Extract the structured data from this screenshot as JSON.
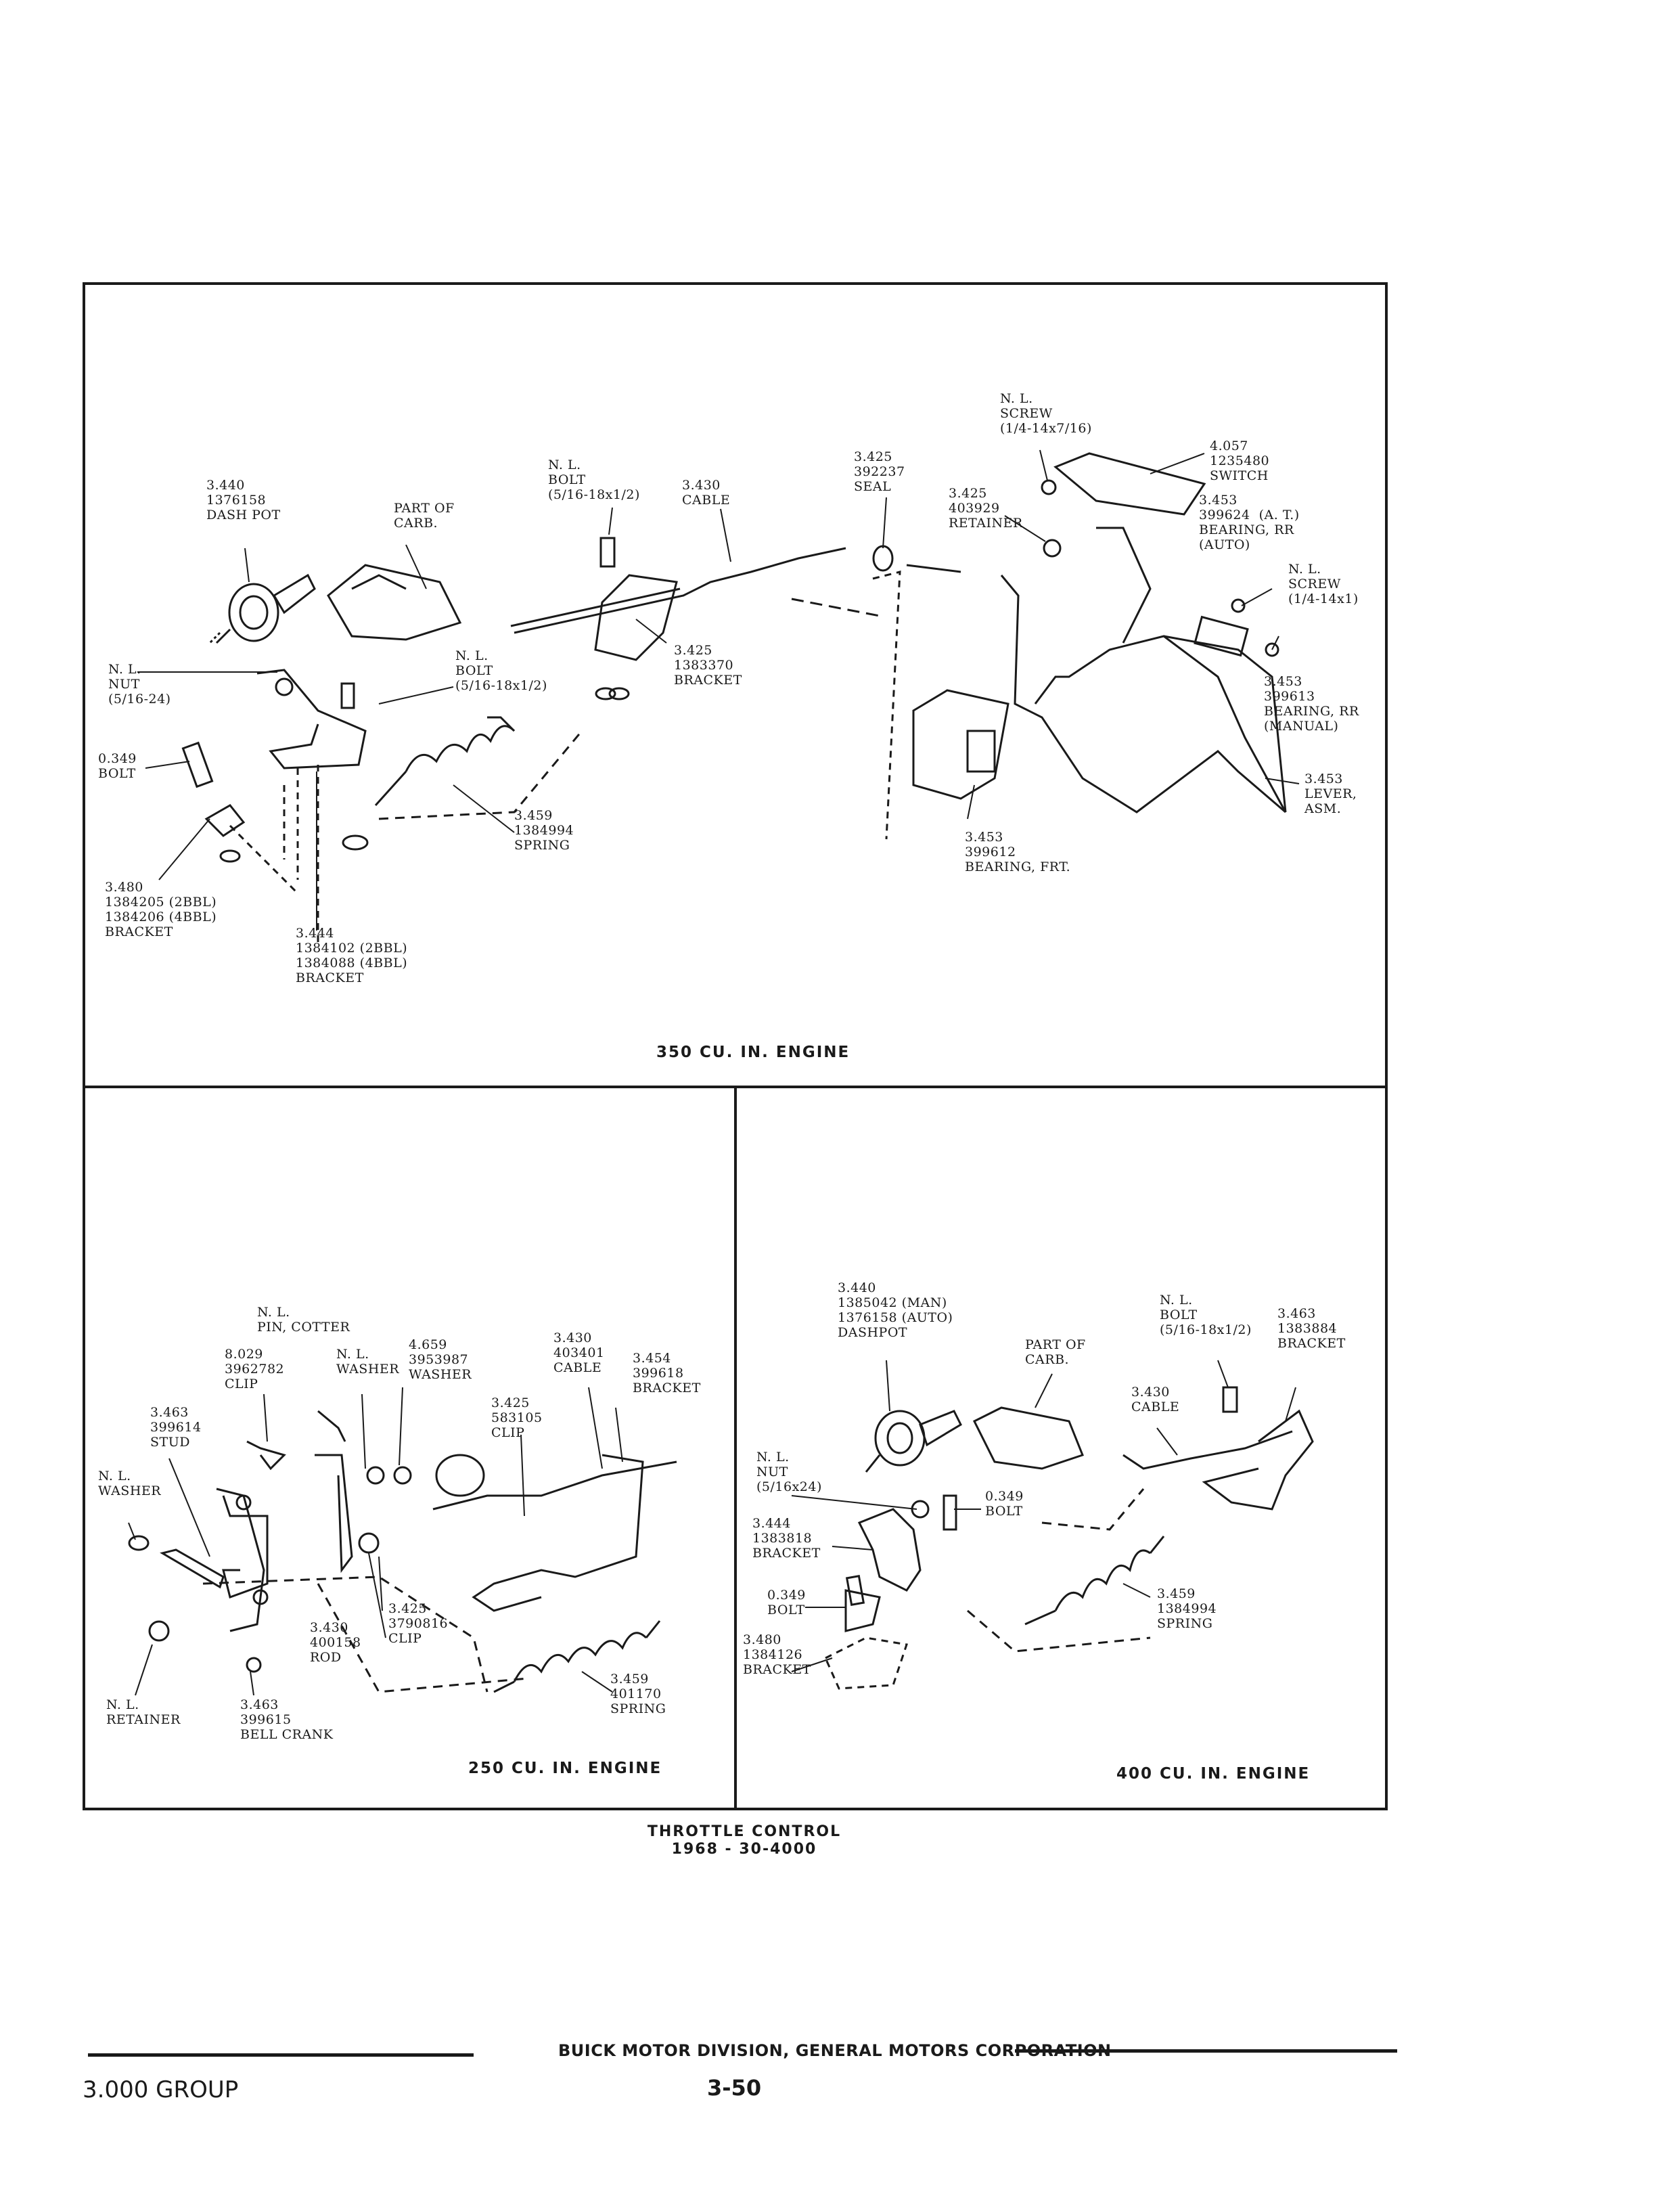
{
  "page": {
    "title_line1": "THROTTLE CONTROL",
    "title_line2": "1968 - 30-4000",
    "footer_center": "BUICK MOTOR DIVISION, GENERAL MOTORS CORPORATION",
    "footer_left": "3.000 GROUP",
    "page_number": "3-50"
  },
  "panels": {
    "top": {
      "caption": "350 CU. IN. ENGINE",
      "labels": {
        "dashpot": "3.440\n1376158\nDASH POT",
        "part_of_carb": "PART OF\nCARB.",
        "bolt_top": "N. L.\nBOLT\n(5/16-18x1/2)",
        "cable": "3.430\nCABLE",
        "seal": "3.425\n392237\nSEAL",
        "retainer": "3.425\n403929\nRETAINER",
        "screw_top": "N. L.\nSCREW\n(1/4-14x7/16)",
        "switch": "4.057\n1235480\nSWITCH",
        "bearing_rr_auto": "3.453\n399624  (A. T.)\nBEARING, RR\n(AUTO)",
        "screw_right": "N. L.\nSCREW\n(1/4-14x1)",
        "bearing_rr_manual": "3.453\n399613\nBEARING, RR\n(MANUAL)",
        "lever": "3.453\nLEVER,\nASM.",
        "bearing_frt": "3.453\n399612\nBEARING, FRT.",
        "bracket_cable": "3.425\n1383370\nBRACKET",
        "bolt_mid": "N. L.\nBOLT\n(5/16-18x1/2)",
        "nut": "N. L.\nNUT\n(5/16-24)",
        "bolt_349": "0.349\nBOLT",
        "spring": "3.459\n1384994\nSPRING",
        "bracket_480": "3.480\n1384205 (2BBL)\n1384206 (4BBL)\nBRACKET",
        "bracket_444": "3.444\n1384102 (2BBL)\n1384088 (4BBL)\nBRACKET"
      }
    },
    "bottom_left": {
      "caption": "250 CU. IN. ENGINE",
      "labels": {
        "pin_cotter": "N. L.\nPIN, COTTER",
        "clip_829": "8.029\n3962782\nCLIP",
        "washer_nl": "N. L.\nWASHER",
        "washer_659": "4.659\n3953987\nWASHER",
        "cable": "3.430\n403401\nCABLE",
        "bracket_454": "3.454\n399618\nBRACKET",
        "clip_425": "3.425\n583105\nCLIP",
        "stud": "3.463\n399614\nSTUD",
        "washer_left": "N. L.\nWASHER",
        "rod": "3.430\n400158\nROD",
        "clip_3790816": "3.425\n3790816\nCLIP",
        "spring": "3.459\n401170\nSPRING",
        "retainer": "N. L.\nRETAINER",
        "bell_crank": "3.463\n399615\nBELL CRANK"
      }
    },
    "bottom_right": {
      "caption": "400 CU. IN. ENGINE",
      "labels": {
        "dashpot": "3.440\n1385042 (MAN)\n1376158 (AUTO)\nDASHPOT",
        "part_of_carb": "PART OF\nCARB.",
        "bolt_top": "N. L.\nBOLT\n(5/16-18x1/2)",
        "bracket_463": "3.463\n1383884\nBRACKET",
        "cable": "3.430\nCABLE",
        "nut": "N. L.\nNUT\n(5/16x24)",
        "bolt_349_top": "0.349\nBOLT",
        "bracket_444": "3.444\n1383818\nBRACKET",
        "bolt_349_low": "0.349\nBOLT",
        "spring": "3.459\n1384994\nSPRING",
        "bracket_480": "3.480\n1384126\nBRACKET"
      }
    }
  }
}
